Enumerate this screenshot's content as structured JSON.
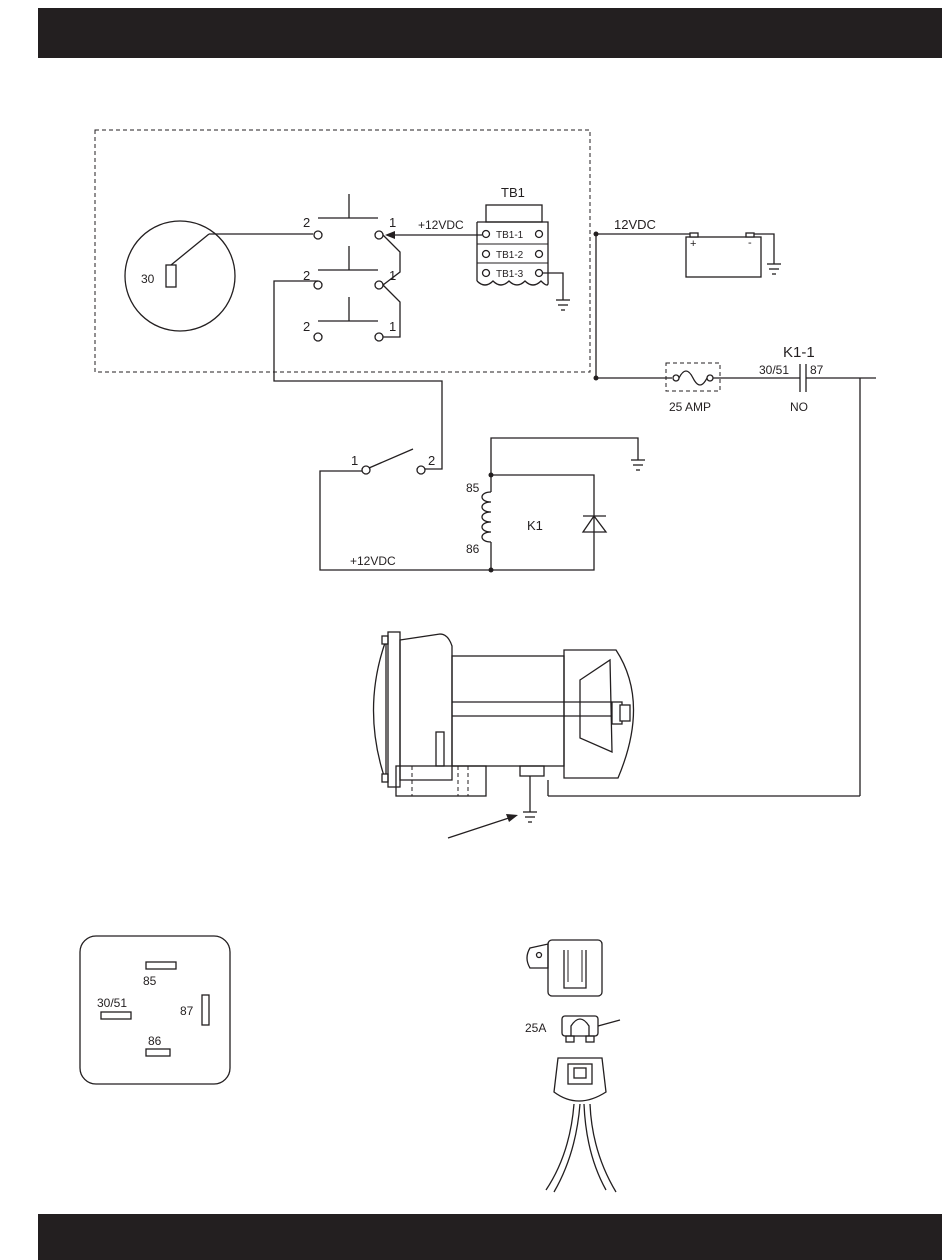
{
  "gauge": {
    "label": "30"
  },
  "switch_block": {
    "upper_left_terminal": "2",
    "upper_right_terminal": "1",
    "middle_left_terminal": "2",
    "middle_right_terminal": "1",
    "lower_left_terminal": "2",
    "lower_right_terminal": "1",
    "supply_label": "+12VDC"
  },
  "terminal_block": {
    "title": "TB1",
    "terminals": [
      "TB1-1",
      "TB1-2",
      "TB1-3"
    ]
  },
  "battery": {
    "label": "12VDC",
    "plus": "+",
    "minus": "-"
  },
  "fuse": {
    "label": "25 AMP"
  },
  "relay_contact": {
    "title": "K1-1",
    "pin_left": "30/51",
    "pin_right": "87",
    "state": "NO"
  },
  "switch": {
    "left_terminal": "1",
    "right_terminal": "2"
  },
  "relay_coil": {
    "name": "K1",
    "pin_top": "85",
    "pin_bottom": "86",
    "supply_label": "+12VDC"
  },
  "relay_pinout": {
    "pins": [
      "85",
      "30/51",
      "87",
      "86"
    ]
  },
  "fuse_holder": {
    "label": "25A"
  }
}
